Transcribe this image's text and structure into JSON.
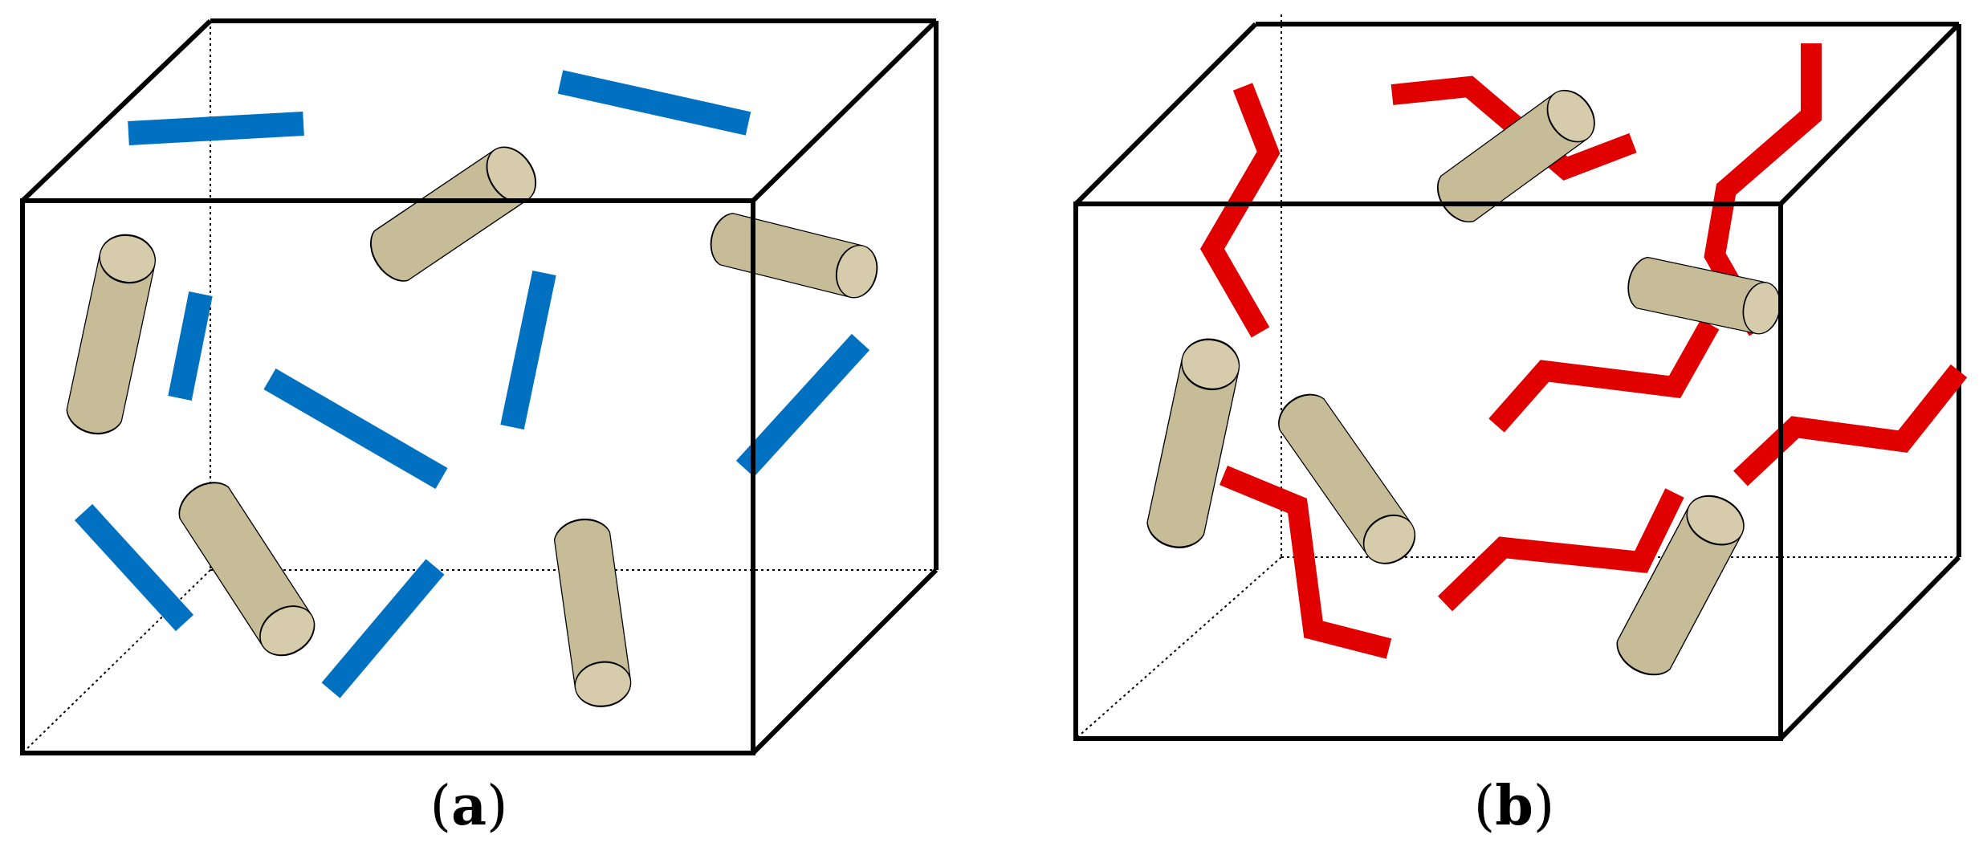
{
  "panels": [
    {
      "id": "a",
      "paren_open": "(",
      "letter": "a",
      "paren_close": ")"
    },
    {
      "id": "b",
      "paren_open": "(",
      "letter": "b",
      "paren_close": ")"
    }
  ],
  "colors": {
    "platelet_side": "#c7bc98",
    "platelet_face": "#d6cbab",
    "rod": "#0070c0",
    "chain": "#e00000",
    "outline": "#000000"
  }
}
